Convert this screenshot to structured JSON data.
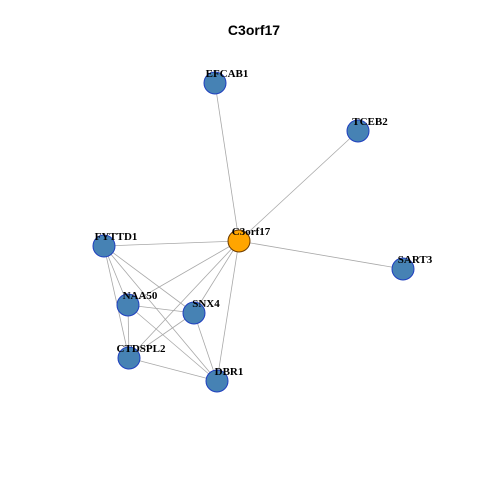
{
  "title": "C3orf17",
  "colors": {
    "center_fill": "#FFA500",
    "center_stroke": "#6B3A00",
    "node_fill": "#4682B4",
    "node_stroke": "#1F3FBF",
    "edge": "#A8A8A8"
  },
  "nodes": [
    {
      "id": "C3orf17",
      "label": "C3orf17",
      "center": true
    },
    {
      "id": "EFCAB1",
      "label": "EFCAB1"
    },
    {
      "id": "TCEB2",
      "label": "TCEB2"
    },
    {
      "id": "FYTTD1",
      "label": "FYTTD1"
    },
    {
      "id": "SART3",
      "label": "SART3"
    },
    {
      "id": "NAA50",
      "label": "NAA50"
    },
    {
      "id": "SNX4",
      "label": "SNX4"
    },
    {
      "id": "CTDSPL2",
      "label": "CTDSPL2"
    },
    {
      "id": "DBR1",
      "label": "DBR1"
    }
  ],
  "edges": [
    [
      "C3orf17",
      "EFCAB1"
    ],
    [
      "C3orf17",
      "TCEB2"
    ],
    [
      "C3orf17",
      "SART3"
    ],
    [
      "C3orf17",
      "FYTTD1"
    ],
    [
      "C3orf17",
      "NAA50"
    ],
    [
      "C3orf17",
      "SNX4"
    ],
    [
      "C3orf17",
      "CTDSPL2"
    ],
    [
      "C3orf17",
      "DBR1"
    ],
    [
      "FYTTD1",
      "NAA50"
    ],
    [
      "FYTTD1",
      "SNX4"
    ],
    [
      "FYTTD1",
      "CTDSPL2"
    ],
    [
      "FYTTD1",
      "DBR1"
    ],
    [
      "NAA50",
      "SNX4"
    ],
    [
      "NAA50",
      "CTDSPL2"
    ],
    [
      "NAA50",
      "DBR1"
    ],
    [
      "SNX4",
      "CTDSPL2"
    ],
    [
      "SNX4",
      "DBR1"
    ],
    [
      "CTDSPL2",
      "DBR1"
    ]
  ]
}
